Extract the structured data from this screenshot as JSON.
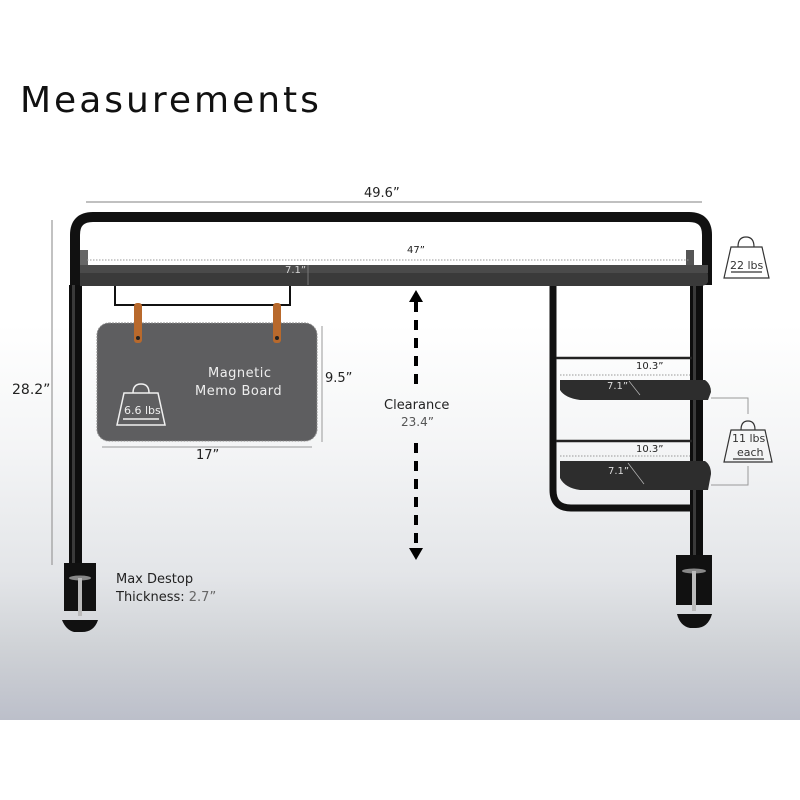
{
  "page": {
    "title": "Measurements"
  },
  "dimensions": {
    "overall_width": "49.6”",
    "desktop_width": "47”",
    "desktop_depth": "7.1”",
    "overall_height": "28.2”",
    "clearance_label": "Clearance",
    "clearance_value": "23.4”",
    "shelf_upper_width": "10.3”",
    "shelf_upper_depth": "7.1”",
    "shelf_lower_width": "10.3”",
    "shelf_lower_depth": "7.1”"
  },
  "memo_board": {
    "line1": "Magnetic",
    "line2": "Memo Board",
    "weight": "6.6 lbs",
    "height": "9.5”",
    "width": "17”"
  },
  "weights": {
    "desktop": "22 lbs",
    "shelves_line1": "11 lbs",
    "shelves_line2": "each"
  },
  "clamp": {
    "label_line1": "Max Destop",
    "label_line2_prefix": "Thickness:",
    "label_line2_value": "2.7”"
  },
  "colors": {
    "frame": "#111111",
    "desktop": "#2a2a2a",
    "felt": "#5a5a5c",
    "strap": "#b86a2c",
    "dim_line": "#999999"
  }
}
